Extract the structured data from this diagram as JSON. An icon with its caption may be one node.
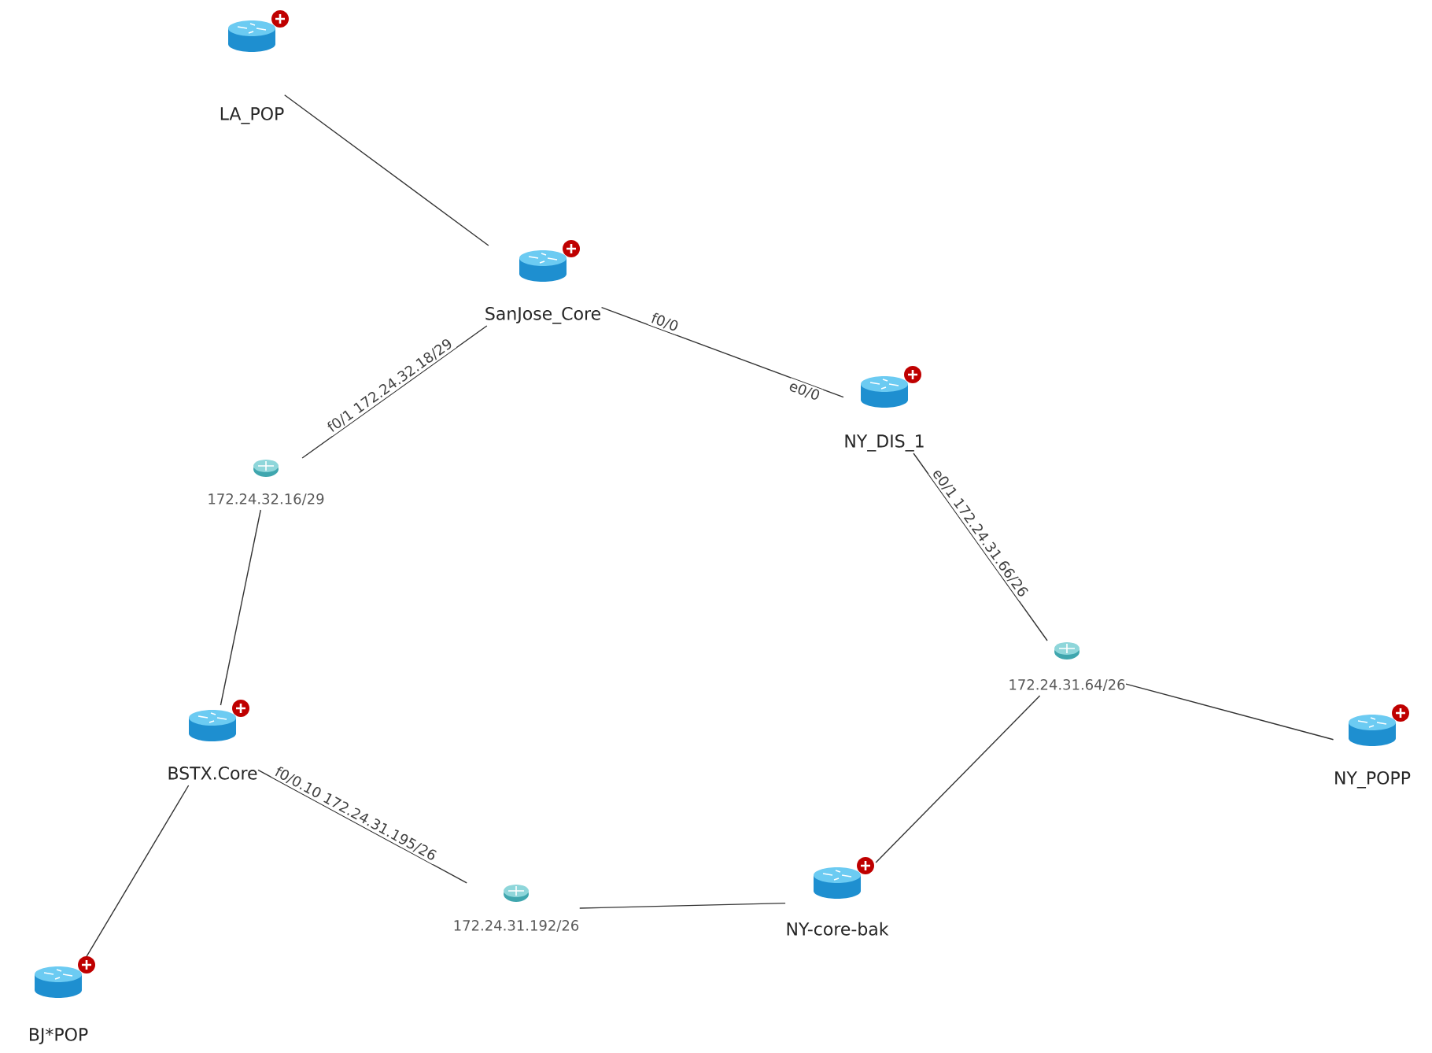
{
  "diagram": {
    "nodes": [
      {
        "text": [
          "LA_POP"
        ]
      },
      {
        "text": [
          "SanJose_Core"
        ]
      },
      {
        "text": [
          "NY_DIS_1"
        ]
      },
      {
        "text": [
          "172.24.32.16/29"
        ]
      },
      {
        "text": [
          "172.24.31.64/26"
        ]
      },
      {
        "text": [
          "NY_POPP"
        ]
      },
      {
        "text": [
          "BSTX.Core"
        ]
      },
      {
        "text": [
          "172.24.31.192/26"
        ]
      },
      {
        "text": [
          "NY-core-bak"
        ]
      },
      {
        "text": [
          "BJ*POP"
        ]
      }
    ],
    "edges": [
      {
        "from": 0,
        "to": 1,
        "arrow": "none"
      },
      {
        "from": 1,
        "to": 2,
        "arrow": "none",
        "label": "f0/0"
      },
      {
        "from": 1,
        "to": 3,
        "arrow": "none",
        "label": "f0/1 172.24.32.18/29"
      },
      {
        "from": 2,
        "to": 4,
        "arrow": "none",
        "label": "e0/1 172.24.31.66/26"
      },
      {
        "from": 4,
        "to": 5,
        "arrow": "none"
      },
      {
        "from": 3,
        "to": 6,
        "arrow": "none"
      },
      {
        "from": 6,
        "to": 7,
        "arrow": "none",
        "label": "f0/0.10 172.24.31.195/26"
      },
      {
        "from": 7,
        "to": 8,
        "arrow": "none"
      },
      {
        "from": 8,
        "to": 4,
        "arrow": "none"
      },
      {
        "from": 6,
        "to": 9,
        "arrow": "none"
      }
    ],
    "labels": [
      "e0/0"
    ]
  }
}
